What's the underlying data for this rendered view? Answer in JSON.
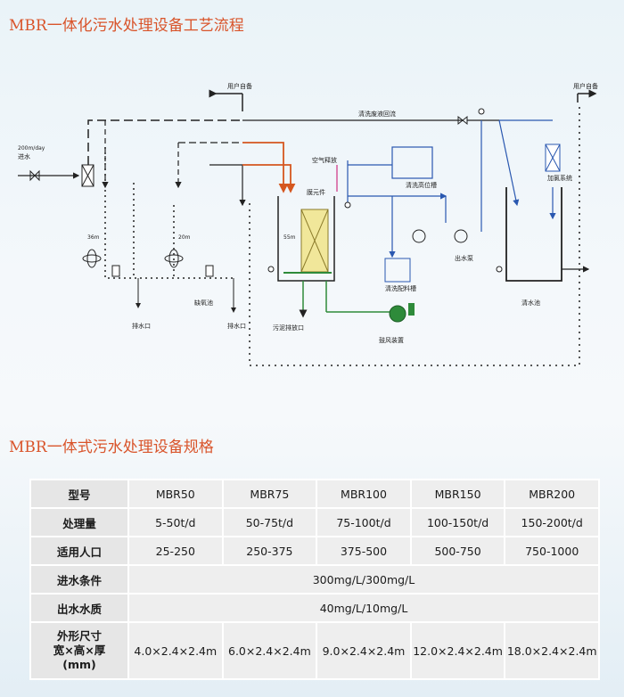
{
  "titles": {
    "process": "MBR一体化污水处理设备工艺流程",
    "spec": "MBR一体式污水处理设备规格"
  },
  "diagram": {
    "user_self_left": "用户自备",
    "user_self_right": "用户自备",
    "inflow_rate": "200m/day",
    "inflow": "进水",
    "tank1_volume": "36m",
    "tank2_volume": "20m",
    "tank3_volume": "55m",
    "anoxic_tank": "缺氧池",
    "drain1": "排水口",
    "drain2": "排水口",
    "sludge_drain": "污泥排放口",
    "air_release": "空气释放",
    "membrane": "膜元件",
    "backwash_return": "清洗废液回流",
    "cleaning_high_tank": "清洗高位槽",
    "cleaning_mix_tank": "清洗配料槽",
    "outlet_pump": "出水泵",
    "chlorination": "加氯系统",
    "clear_water_tank": "清水池",
    "blower": "鼓风装置"
  },
  "table": {
    "header_label": "型号",
    "models": [
      "MBR50",
      "MBR75",
      "MBR100",
      "MBR150",
      "MBR200"
    ],
    "capacity_label": "处理量",
    "capacity": [
      "5-50t/d",
      "50-75t/d",
      "75-100t/d",
      "100-150t/d",
      "150-200t/d"
    ],
    "population_label": "适用人口",
    "population": [
      "25-250",
      "250-375",
      "375-500",
      "500-750",
      "750-1000"
    ],
    "inflow_label": "进水条件",
    "inflow_value": "300mg/L/300mg/L",
    "outflow_label": "出水水质",
    "outflow_value": "40mg/L/10mg/L",
    "dims_label_1": "外形尺寸",
    "dims_label_2": "宽×高×厚",
    "dims_label_3": "(mm)",
    "dims": [
      "4.0×2.4×2.4m",
      "6.0×2.4×2.4m",
      "9.0×2.4×2.4m",
      "12.0×2.4×2.4m",
      "18.0×2.4×2.4m"
    ]
  }
}
